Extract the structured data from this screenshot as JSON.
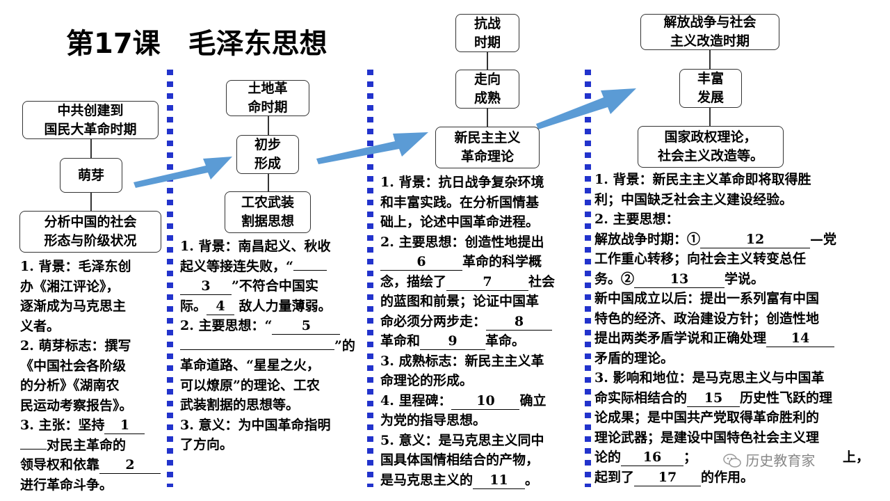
{
  "title": "第17课　毛泽东思想",
  "col1": {
    "stage_box": "中共创建到\n国民大革命时期",
    "phase_box": "萌芽",
    "analysis_box": "分析中国的社会\n形态与阶级状况",
    "l1": "1. 背景：毛泽东创",
    "l2": "办《湘江评论》，",
    "l3": "逐渐成为马克思主",
    "l4": "义者。",
    "l5": "2. 萌芽标志：撰写",
    "l6": "《中国社会各阶级",
    "l7": "的分析》《湖南农",
    "l8": "民运动考察报告》。",
    "l9a": "3. 主张：坚持",
    "b1": "1",
    "l10b": "对民主革命的",
    "l11a": "领导权和依靠",
    "b2": "2",
    "l12": "进行革命斗争。"
  },
  "col2": {
    "stage_box": "土地革\n命时期",
    "phase_box": "初步\n形成",
    "theory_box": "工农武装\n割据思想",
    "l1": "1. 背景：南昌起义、秋收",
    "l2a": "起义等接连失败，“",
    "b3": "3",
    "l3b": "”不符合中国实",
    "l4a": "际。",
    "b4": "4",
    "l4b": "敌人力量薄弱。",
    "l5a": "2. 主要思想：“",
    "b5": "5",
    "l6b": "”的",
    "l7": "革命道路、“星星之火，",
    "l8": "可以燎原”的理论、工农",
    "l9": "武装割据的思想等。",
    "l10": "3. 意义：为中国革命指明",
    "l11": "了方向。"
  },
  "col3": {
    "stage_box": "抗战\n时期",
    "phase_box": "走向\n成熟",
    "theory_box": "新民主主义\n革命理论",
    "l1": "1. 背景：抗日战争复杂环境",
    "l2": "和丰富实践。在分析国情基",
    "l3": "础上，论述中国革命进程。",
    "l4": "2. 主要思想：创造性地提出",
    "b6": "6",
    "l5b": "革命的科学概",
    "l6a": "念，描绘了",
    "b7": "7",
    "l6b": "社会",
    "l7": "的蓝图和前景；论证中国革",
    "l8a": "命必须分两步走：",
    "b8": "8",
    "l9a": "革命和",
    "b9": "9",
    "l9b": "革命。",
    "l10": "3. 成熟标志：新民主主义革",
    "l11": "命理论的形成。",
    "l12a": "4. 里程碑：",
    "b10": "10",
    "l12b": "确立",
    "l13": "为党的指导思想。",
    "l14": "5. 意义：是马克思主义同中",
    "l15": "国具体国情相结合的产物，",
    "l16a": "是马克思主义的",
    "b11": "11",
    "l16b": "。"
  },
  "col4": {
    "stage_box": "解放战争与社会\n主义改造时期",
    "phase_box": "丰富\n发展",
    "theory_box": "国家政权理论，\n社会主义改造等。",
    "l1": "1. 背景：新民主主义革命即将取得胜",
    "l2": "利；中国缺乏社会主义建设经验。",
    "l3": "2. 主要思想：",
    "l4a": "解放战争时期：①",
    "b12": "12",
    "l4b": "—党",
    "l5": "工作重心转移；向社会主义转变总任",
    "l6a": "务。②",
    "b13": "13",
    "l6b": "学说。",
    "l7": "新中国成立以后：提出一系列富有中国",
    "l8": "特色的经济、政治建设方针；创造性地",
    "l9a": "提出两类矛盾学说和正确处理",
    "b14": "14",
    "l10": "矛盾的理论。",
    "l11": "3. 影响和地位：是马克思主义与中国革",
    "l12a": "命实际相结合的",
    "b15": "15",
    "l12b": "历史性飞跃的理",
    "l13": "论成果；是中国共产党取得革命胜利的",
    "l14": "理论武器；是建设中国特色社会主义理",
    "l15a": "论的",
    "b16": "16",
    "l15b": "；",
    "l15c": "上，",
    "l16a": "起到了",
    "b17": "17",
    "l16b": "的作用。"
  },
  "watermark": "历史教育家",
  "colors": {
    "dots": "#2233cc",
    "arrow": "#5b9bd5"
  },
  "icons": [
    "wechat-icon",
    "arrow-right"
  ]
}
